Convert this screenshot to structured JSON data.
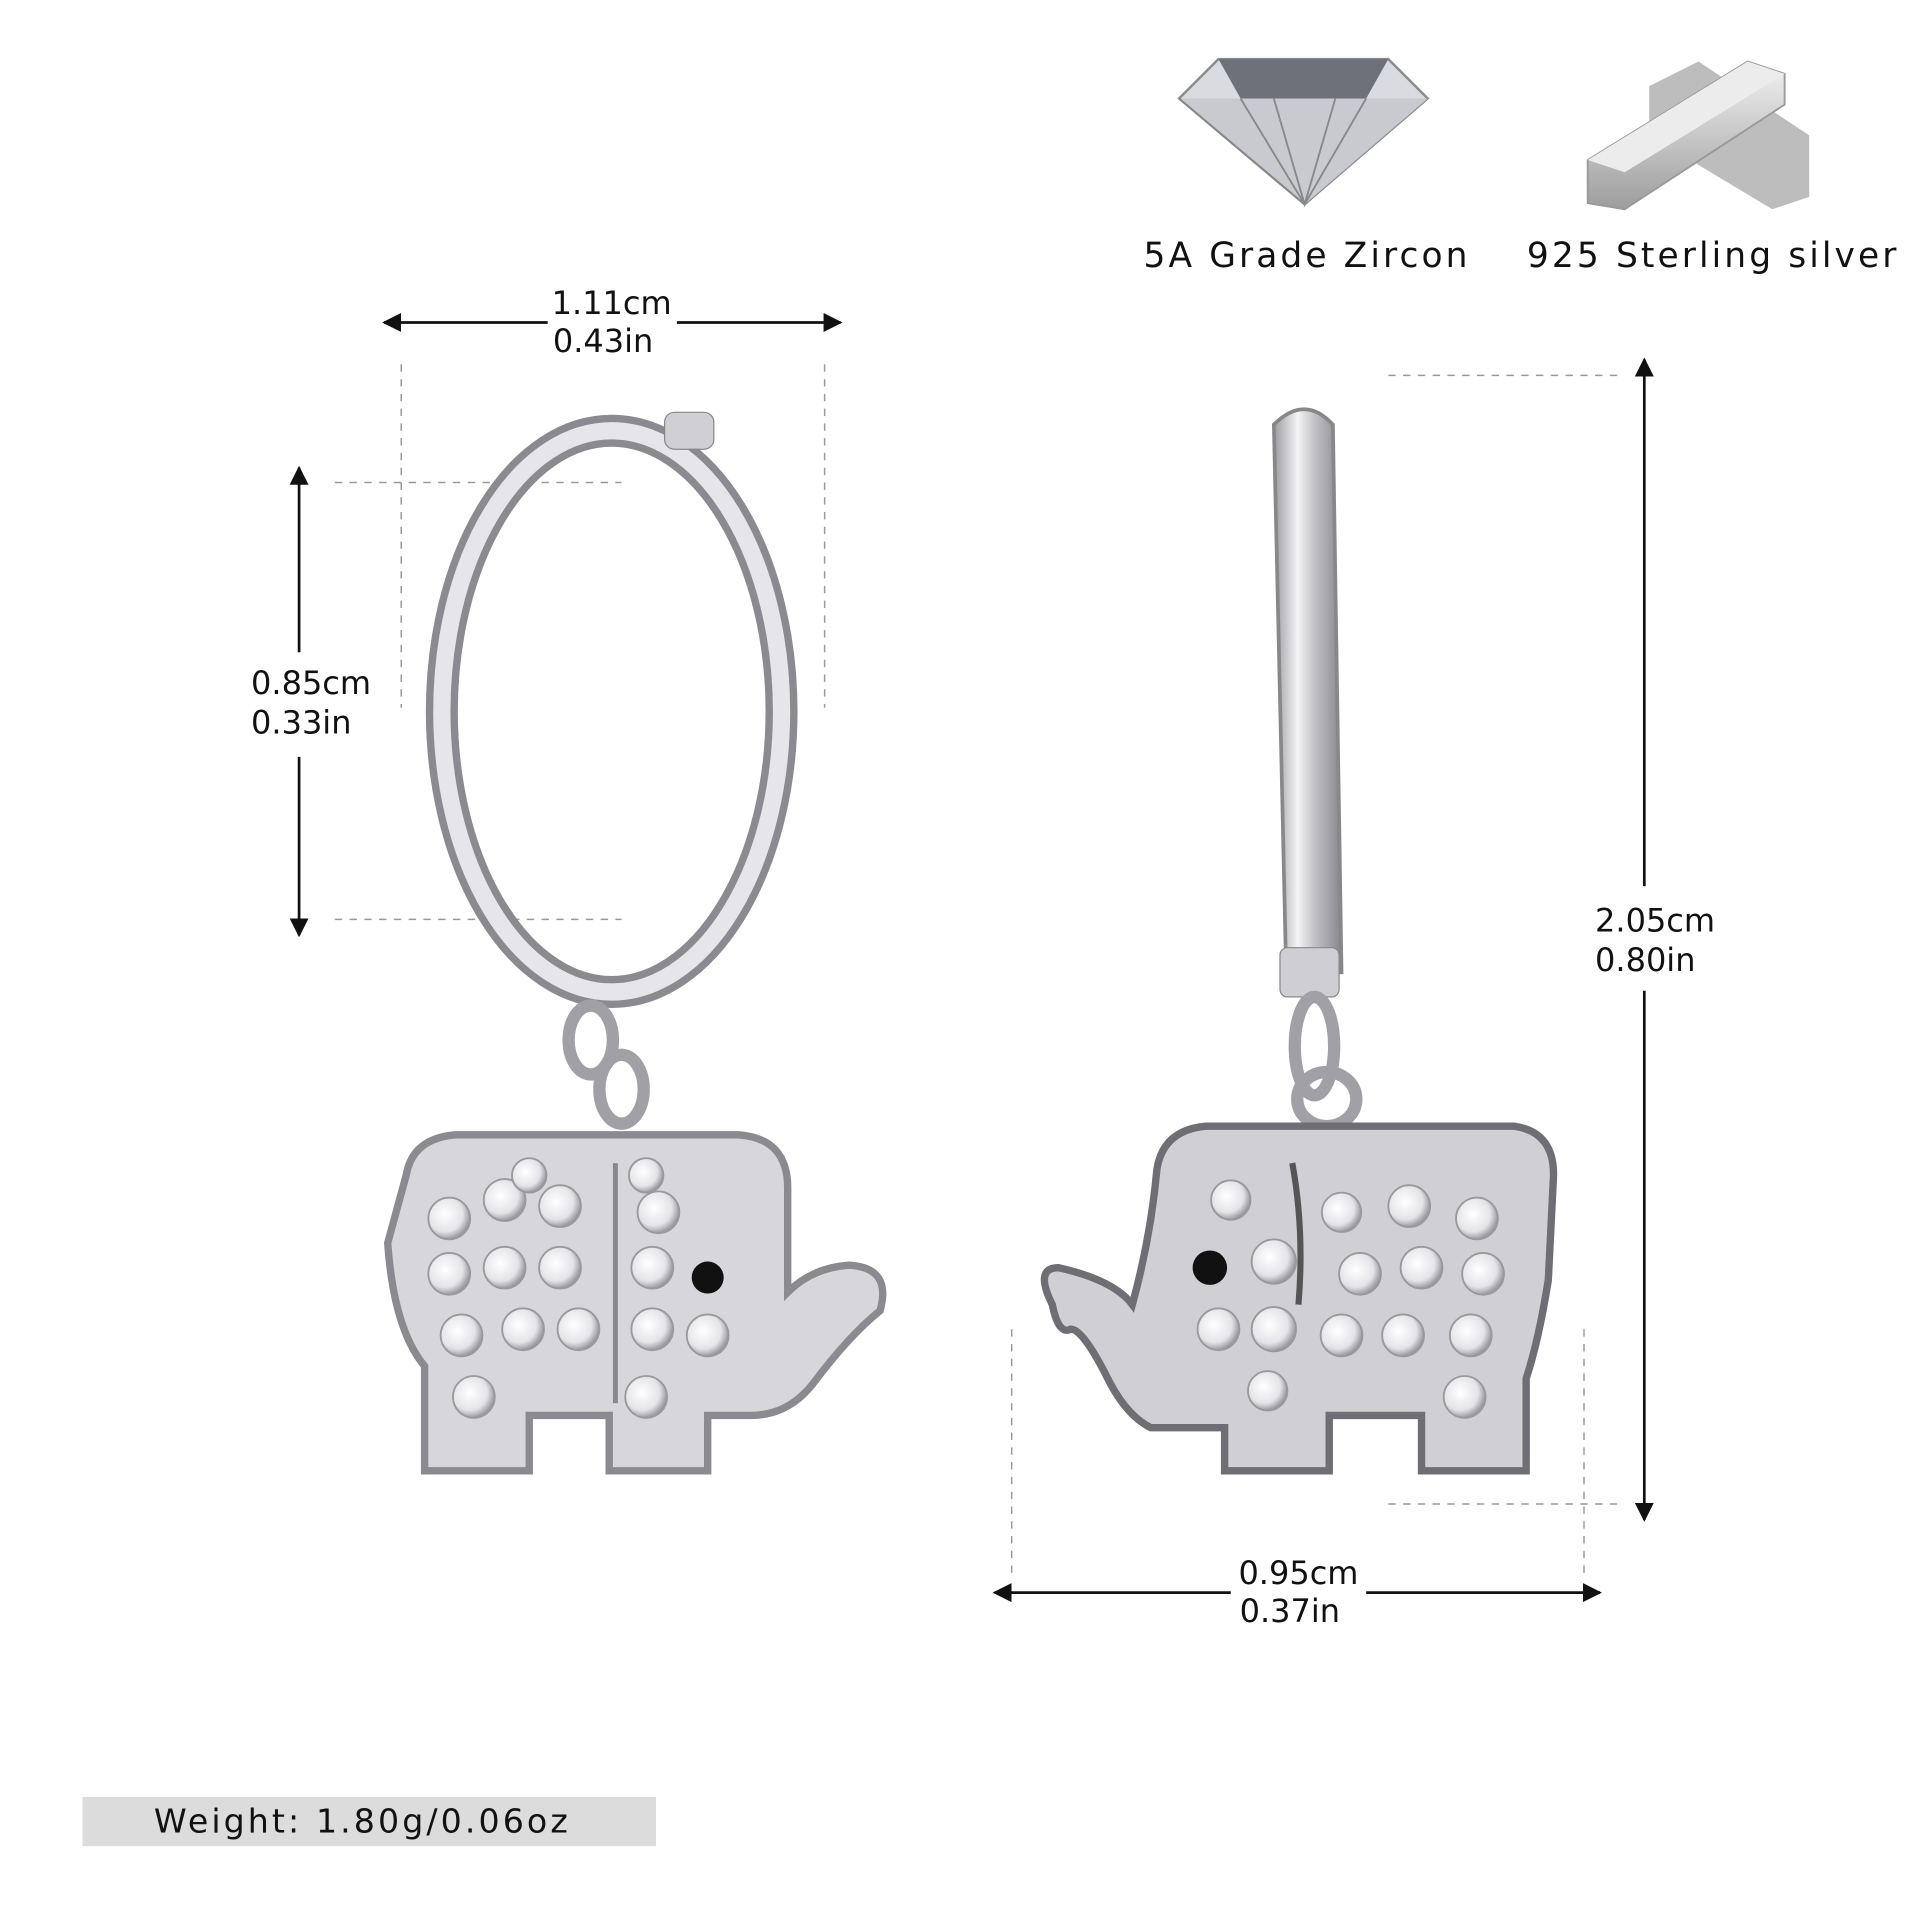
{
  "features": [
    {
      "icon": "zircon-diamond-icon",
      "label": "5A Grade Zircon"
    },
    {
      "icon": "silver-bars-icon",
      "label": "925 Sterling silver"
    }
  ],
  "dimensions": {
    "hoop_width": {
      "cm": "1.11cm",
      "in": "0.43in"
    },
    "hoop_inner_height": {
      "cm": "0.85cm",
      "in": "0.33in"
    },
    "total_length": {
      "cm": "2.05cm",
      "in": "0.80in"
    },
    "pendant_width": {
      "cm": "0.95cm",
      "in": "0.37in"
    }
  },
  "weight": "Weight:  1.80g/0.06oz",
  "colors": {
    "metal": "#c9c9cc",
    "metal_dark": "#7d7d82",
    "eye": "#111111",
    "weight_bg": "#dcdcdc"
  }
}
